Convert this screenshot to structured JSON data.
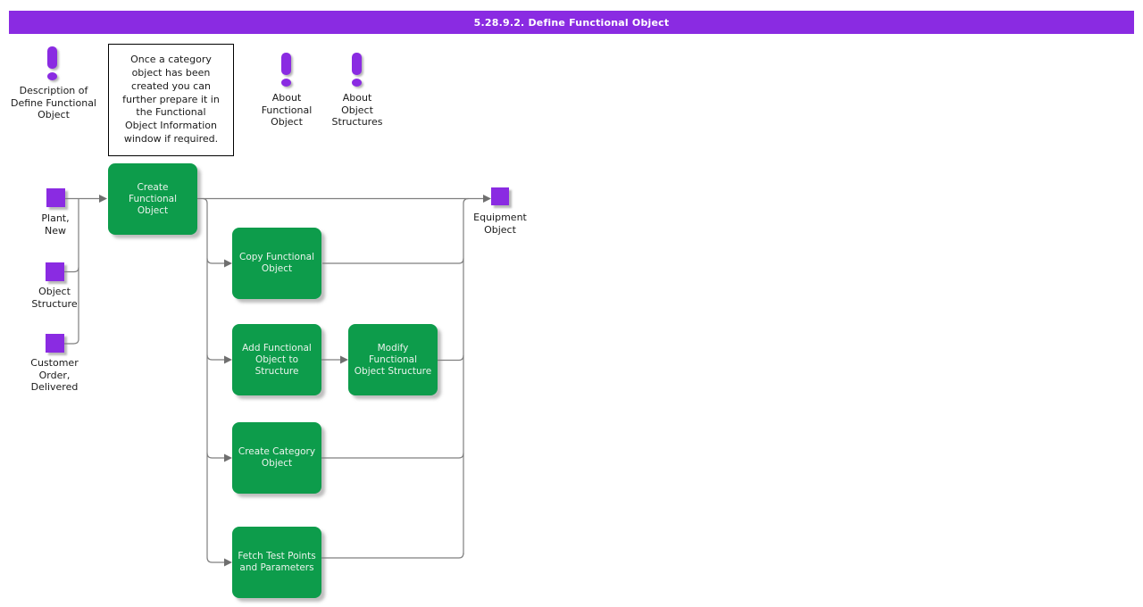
{
  "header": {
    "title": "5.28.9.2. Define Functional Object"
  },
  "annotations": {
    "description": {
      "icon": "exclamation-icon",
      "label": "Description of\nDefine Functional\nObject"
    },
    "note": {
      "text": "Once a category\nobject has been\ncreated you can\nfurther prepare it in\nthe Functional\nObject Information\nwindow if required."
    },
    "about_functional": {
      "icon": "exclamation-icon",
      "label": "About\nFunctional\nObject"
    },
    "about_object": {
      "icon": "exclamation-icon",
      "label": "About\nObject\nStructures"
    }
  },
  "artifacts": [
    {
      "id": "plant-new",
      "label": "Plant,\nNew"
    },
    {
      "id": "object-structure",
      "label": "Object\nStructure"
    },
    {
      "id": "customer-order-delivered",
      "label": "Customer\nOrder,\nDelivered"
    },
    {
      "id": "equipment-object",
      "label": "Equipment\nObject"
    }
  ],
  "activities": [
    {
      "id": "create-functional-object",
      "label": "Create\nFunctional\nObject"
    },
    {
      "id": "copy-functional-object",
      "label": "Copy Functional\nObject"
    },
    {
      "id": "add-functional-object-to-structure",
      "label": "Add Functional\nObject to\nStructure"
    },
    {
      "id": "modify-functional-object-structure",
      "label": "Modify\nFunctional\nObject Structure"
    },
    {
      "id": "create-category-object",
      "label": "Create Category\nObject"
    },
    {
      "id": "fetch-test-points-and-parameters",
      "label": "Fetch Test Points\nand Parameters"
    }
  ],
  "colors": {
    "banner": "#8A2BE2",
    "artifact": "#8A2BE2",
    "activity": "#0D9C4B",
    "activity_text": "#EAF3EC",
    "connector": "#7F7F7F",
    "note_border": "#000000"
  }
}
